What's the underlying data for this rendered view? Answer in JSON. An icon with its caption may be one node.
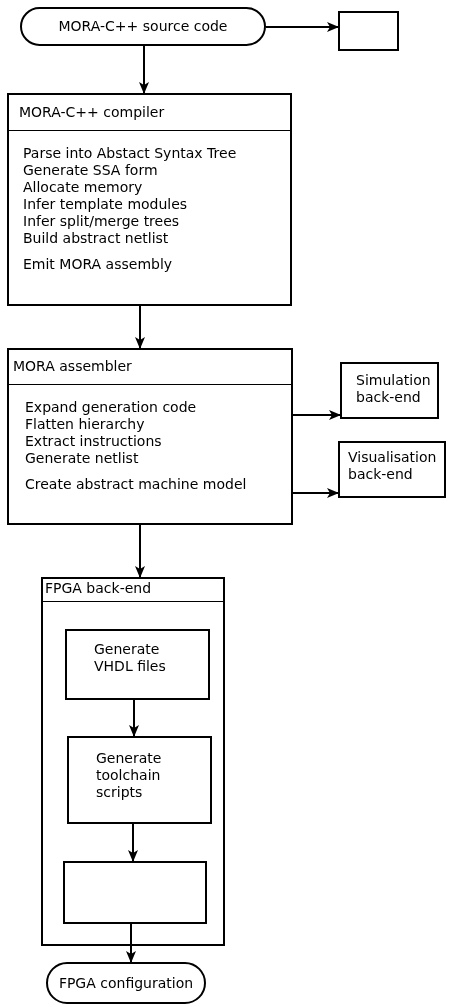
{
  "diagram": {
    "nodes": [
      {
        "text": [
          "MORA-C++ source code"
        ]
      },
      {
        "text": [],
        "shape": "box"
      },
      {
        "text": [
          "MORA-C++ compiler",
          "Parse into Abstact Syntax Tree",
          "Generate SSA form",
          "Allocate memory",
          "Infer template modules",
          "Infer split/merge trees",
          "Build abstract netlist",
          "Emit MORA assembly"
        ]
      },
      {
        "text": [
          "MORA assembler",
          "Expand generation code",
          "Flatten hierarchy",
          "Extract instructions",
          "Generate netlist",
          "Create abstract machine model"
        ]
      },
      {
        "text": [
          "Simulation back-end"
        ]
      },
      {
        "text": [
          "Visualisation back-end"
        ]
      },
      {
        "text": [
          "FPGA back-end"
        ]
      },
      {
        "text": [
          "Generate VHDL files"
        ],
        "in": 6
      },
      {
        "text": [
          "Generate toolchain scripts"
        ],
        "in": 6
      },
      {
        "text": [],
        "shape": "box",
        "in": 6
      },
      {
        "text": [
          "FPGA configuration"
        ]
      }
    ],
    "edges": [
      {
        "from": 0,
        "to": 1,
        "arrow": "to"
      },
      {
        "from": 0,
        "to": 2,
        "arrow": "to"
      },
      {
        "from": 2,
        "to": 3,
        "arrow": "to"
      },
      {
        "from": 3,
        "to": 4,
        "arrow": "to"
      },
      {
        "from": 3,
        "to": 5,
        "arrow": "to"
      },
      {
        "from": 3,
        "to": 6,
        "arrow": "to"
      },
      {
        "from": 7,
        "to": 8,
        "arrow": "to"
      },
      {
        "from": 8,
        "to": 9,
        "arrow": "to"
      },
      {
        "from": 9,
        "to": 10,
        "arrow": "to"
      }
    ]
  }
}
